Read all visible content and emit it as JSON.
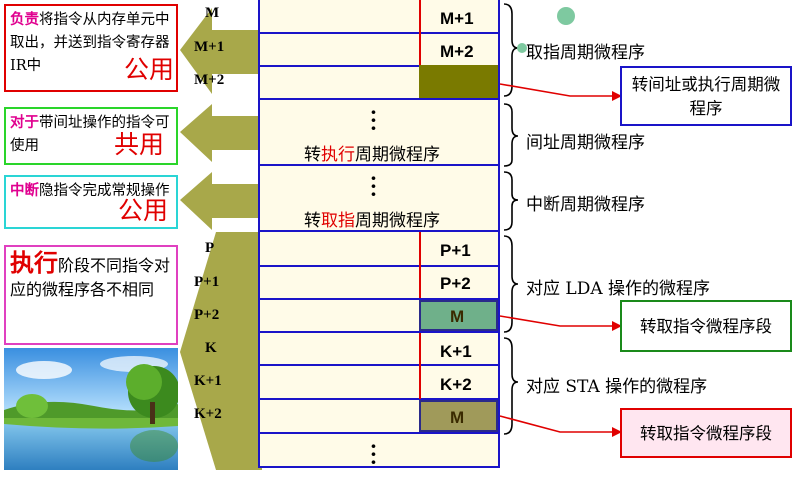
{
  "notes": {
    "fetch": {
      "hl": "负责",
      "text": "将指令从内存单元中取出，并送到指令寄存器IR中",
      "gong": "公用"
    },
    "indirect": {
      "hl": "对于",
      "text": "带间址操作的指令可使用",
      "gong": "共用"
    },
    "interrupt": {
      "hl": "中断",
      "text": "隐指令完成常规操作",
      "gong": "公用"
    },
    "execute": {
      "hl": "执行",
      "text": "阶段不同指令对应的微程序各不相同"
    }
  },
  "addresses": {
    "m": "M",
    "m1": "M+1",
    "m2": "M+2",
    "p": "P",
    "p1": "P+1",
    "p2": "P+2",
    "k": "K",
    "k1": "K+1",
    "k2": "K+2"
  },
  "cells": {
    "m1": "M+1",
    "m2": "M+2",
    "p1": "P+1",
    "p2": "P+2",
    "pm": "M",
    "k1": "K+1",
    "k2": "K+2",
    "km": "M"
  },
  "middle": {
    "to_exec_pre": "转",
    "to_exec_hl": "执行",
    "to_exec_post": "周期微程序",
    "to_fetch_pre": "转",
    "to_fetch_hl": "取指",
    "to_fetch_post": "周期微程序",
    "dots": "⋮"
  },
  "brace_labels": {
    "fetch": "取指周期微程序",
    "indirect": "间址周期微程序",
    "interrupt": "中断周期微程序",
    "lda": "对应 LDA 操作的微程序",
    "sta": "对应 STA 操作的微程序"
  },
  "callouts": {
    "c1": "转间址或执行周期微程序",
    "c2": "转取指令微程序段",
    "c3": "转取指令微程序段"
  },
  "colors": {
    "border_blue": "#1a14c8",
    "arrow_olive": "#a8a84a",
    "cell_olive": "#7a7a00",
    "cell_teal": "#6fb08a",
    "highlight_red": "#e00000",
    "highlight_pink": "#e0008f"
  }
}
